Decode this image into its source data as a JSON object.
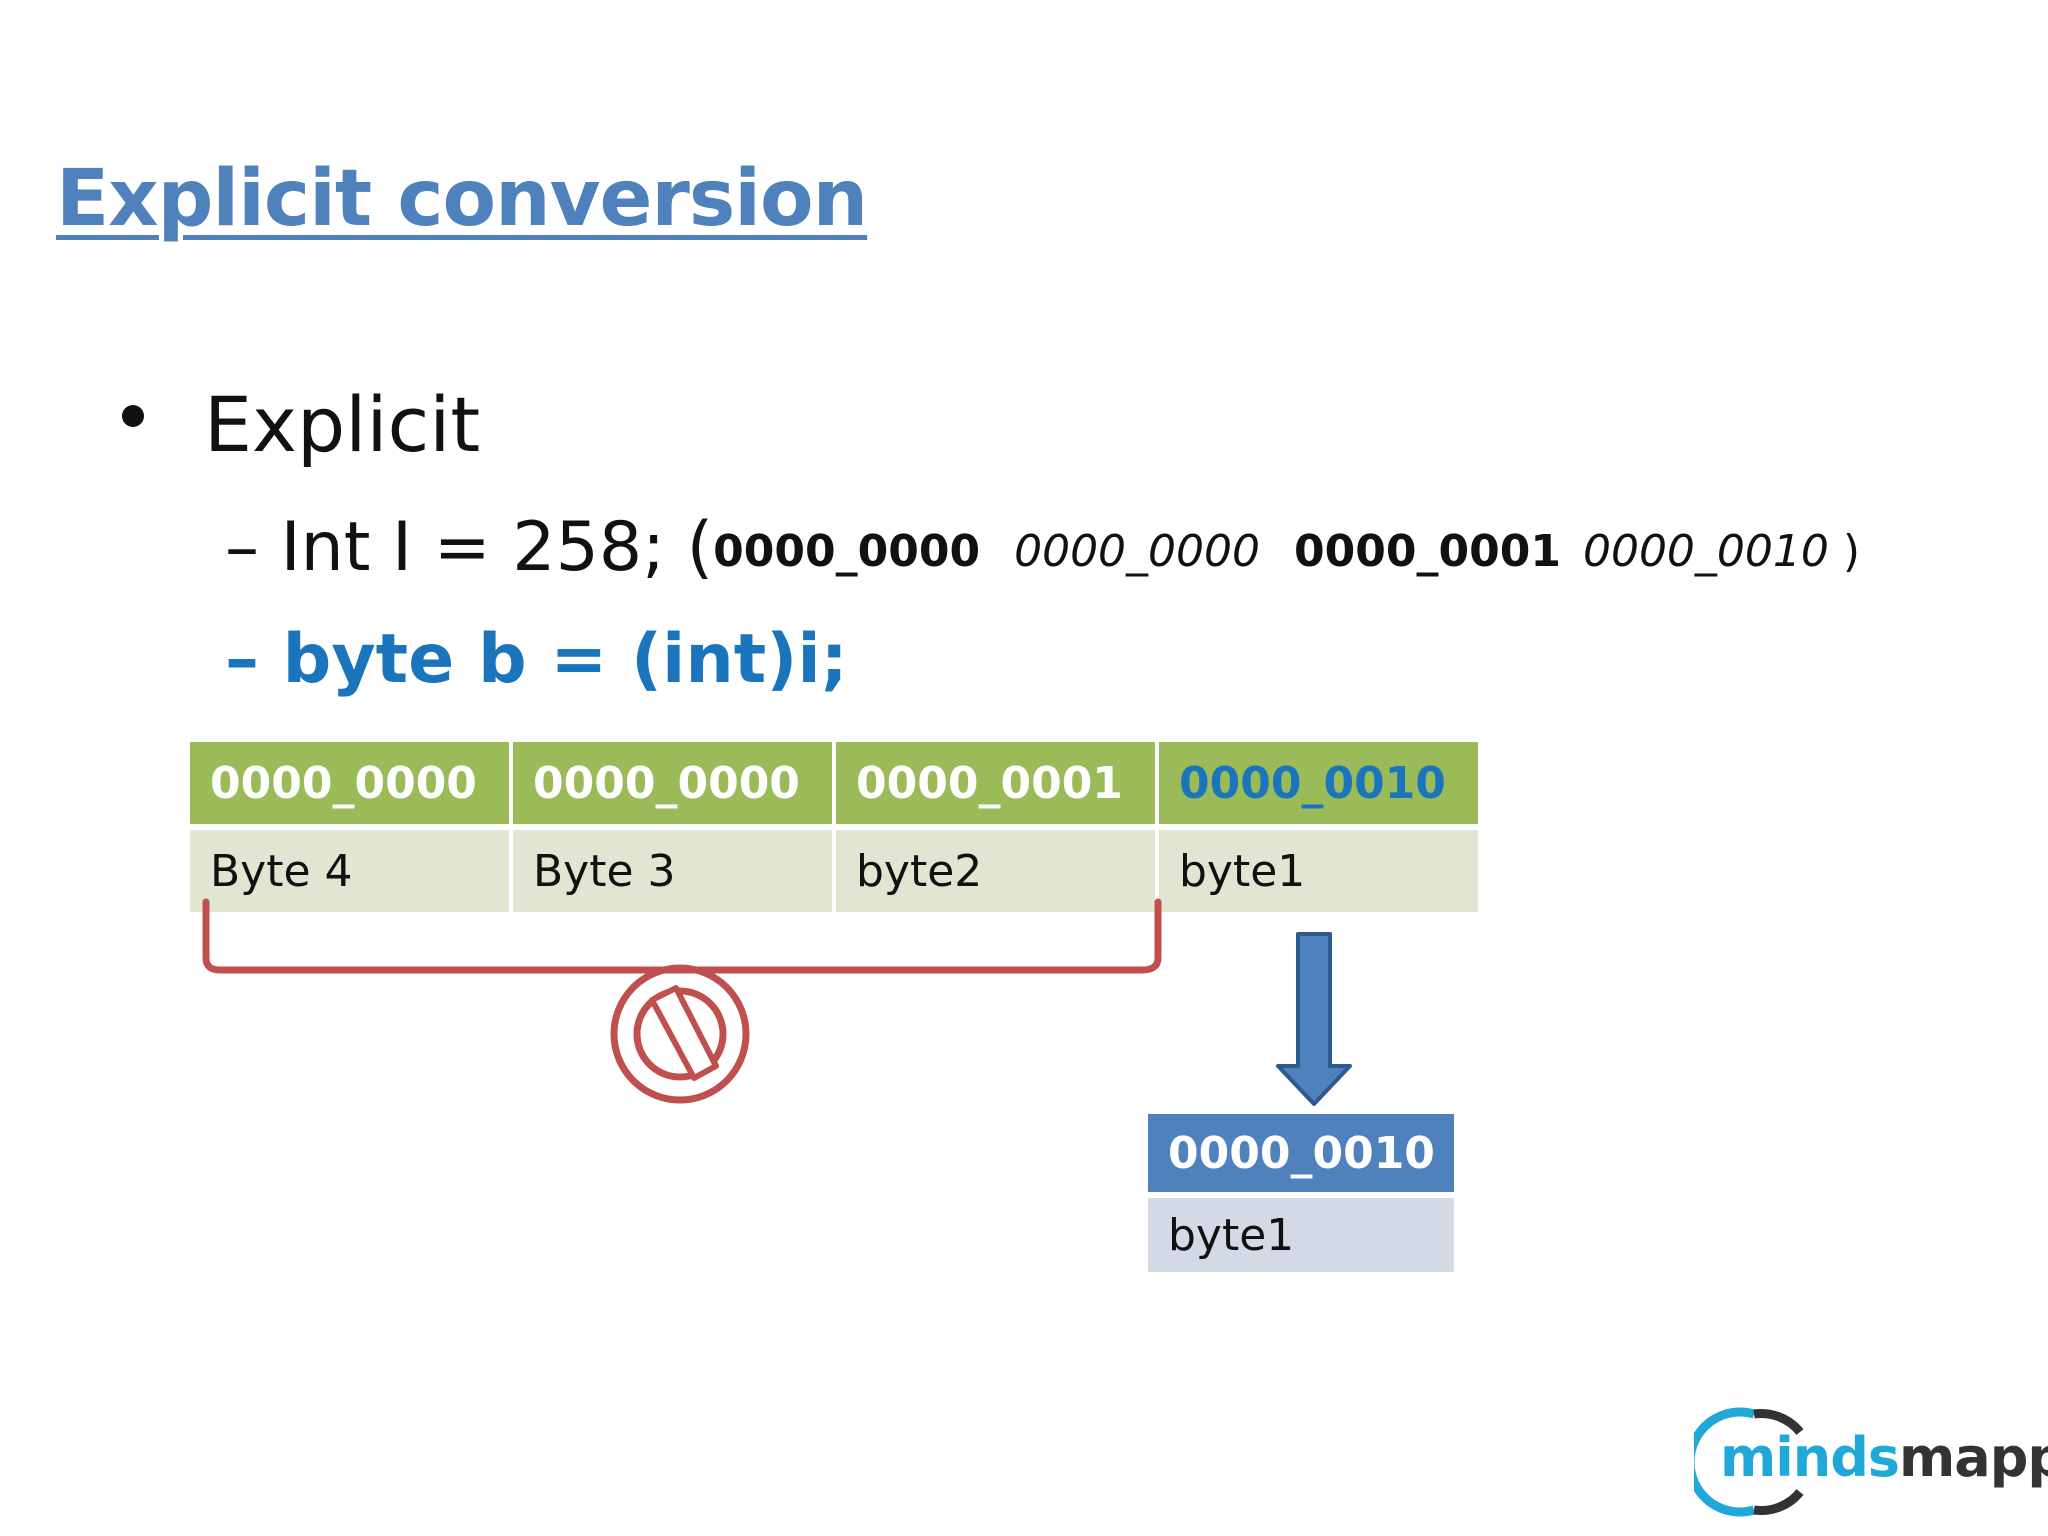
{
  "title": "Explicit conversion",
  "bullet": "Explicit",
  "line1": {
    "prefix": "– Int I = 258; (",
    "b1": "0000_0000",
    "b2": "0000_0000",
    "b3": "0000_0001",
    "b4": "0000_0010",
    "suffix": " )"
  },
  "line2": "– byte b = (int)i;",
  "bytes": {
    "values": [
      "0000_0000",
      "0000_0000",
      "0000_0001",
      "0000_0010"
    ],
    "labels": [
      "Byte 4",
      "Byte 3",
      "byte2",
      "byte1"
    ]
  },
  "result": {
    "value": "0000_0010",
    "label": "byte1"
  },
  "logo": {
    "part_a": "minds",
    "part_b": "mapped"
  },
  "colors": {
    "title": "#4f81bd",
    "accent_blue": "#1b75bc",
    "header_green": "#9bbb59",
    "row_green": "#e0e6d2",
    "result_blue": "#4f81bd",
    "result_row": "#d3dae6",
    "forbidden_red": "#c0504d"
  },
  "icons": [
    "forbidden-icon",
    "down-arrow-icon",
    "brace-bracket"
  ]
}
